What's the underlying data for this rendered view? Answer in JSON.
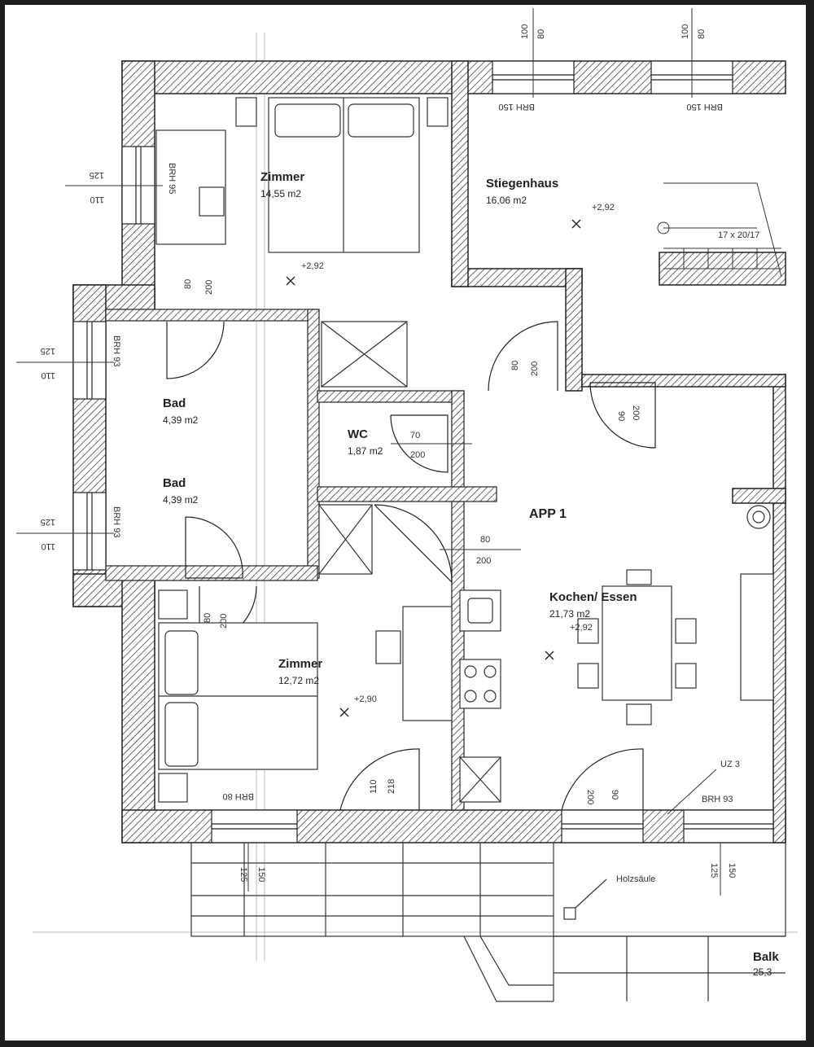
{
  "rooms": {
    "zimmer_top": {
      "name": "Zimmer",
      "area": "14,55 m2",
      "level": "+2,92"
    },
    "stiegenhaus": {
      "name": "Stiegenhaus",
      "area": "16,06 m2",
      "level": "+2,92"
    },
    "bad_1": {
      "name": "Bad",
      "area": "4,39 m2"
    },
    "bad_2": {
      "name": "Bad",
      "area": "4,39 m2"
    },
    "wc": {
      "name": "WC",
      "area": "1,87 m2"
    },
    "zimmer_bottom": {
      "name": "Zimmer",
      "area": "12,72 m2",
      "level": "+2,90"
    },
    "kochen": {
      "name": "Kochen/ Essen",
      "area": "21,73 m2",
      "level": "+2,92"
    },
    "balkon": {
      "name": "Balk",
      "area": "25,3"
    }
  },
  "app_label": "APP 1",
  "stair_note": "17 x 20/17",
  "holzsaule": "Holzsäule",
  "uz": "UZ 3",
  "dims": {
    "top_win_1": [
      "100",
      "80",
      "BRH 150"
    ],
    "top_win_2": [
      "100",
      "80",
      "BRH 150"
    ],
    "left_win_1": [
      "125",
      "110",
      "BRH 95"
    ],
    "left_win_2": [
      "125",
      "110",
      "BRH 93"
    ],
    "left_win_3": [
      "125",
      "110",
      "BRH 93"
    ],
    "door_zimmer_top": [
      "80",
      "200"
    ],
    "door_stiegen": [
      "80",
      "200"
    ],
    "door_app": [
      "90",
      "200"
    ],
    "door_wc": [
      "70",
      "200"
    ],
    "door_flur": [
      "80",
      "200"
    ],
    "door_zimmer_bottom": [
      "80",
      "200"
    ],
    "door_balkon_1": [
      "110",
      "218"
    ],
    "door_balkon_2": [
      "90",
      "200"
    ],
    "brh_bottom_left": "BRH 80",
    "brh_bottom_right": "BRH 93",
    "bottom_win_1": [
      "125",
      "150"
    ],
    "bottom_win_2": [
      "125",
      "150"
    ]
  }
}
